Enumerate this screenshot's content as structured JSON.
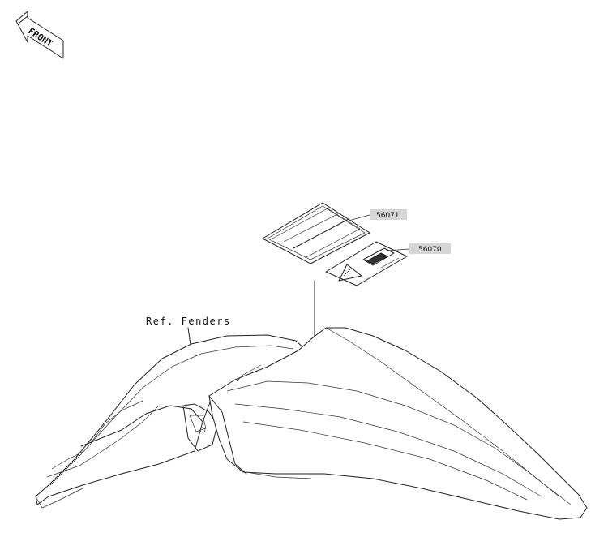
{
  "front_indicator": {
    "text": "FRONT"
  },
  "parts": [
    {
      "number": "56071"
    },
    {
      "number": "56070"
    }
  ],
  "reference_label": "Ref. Fenders"
}
